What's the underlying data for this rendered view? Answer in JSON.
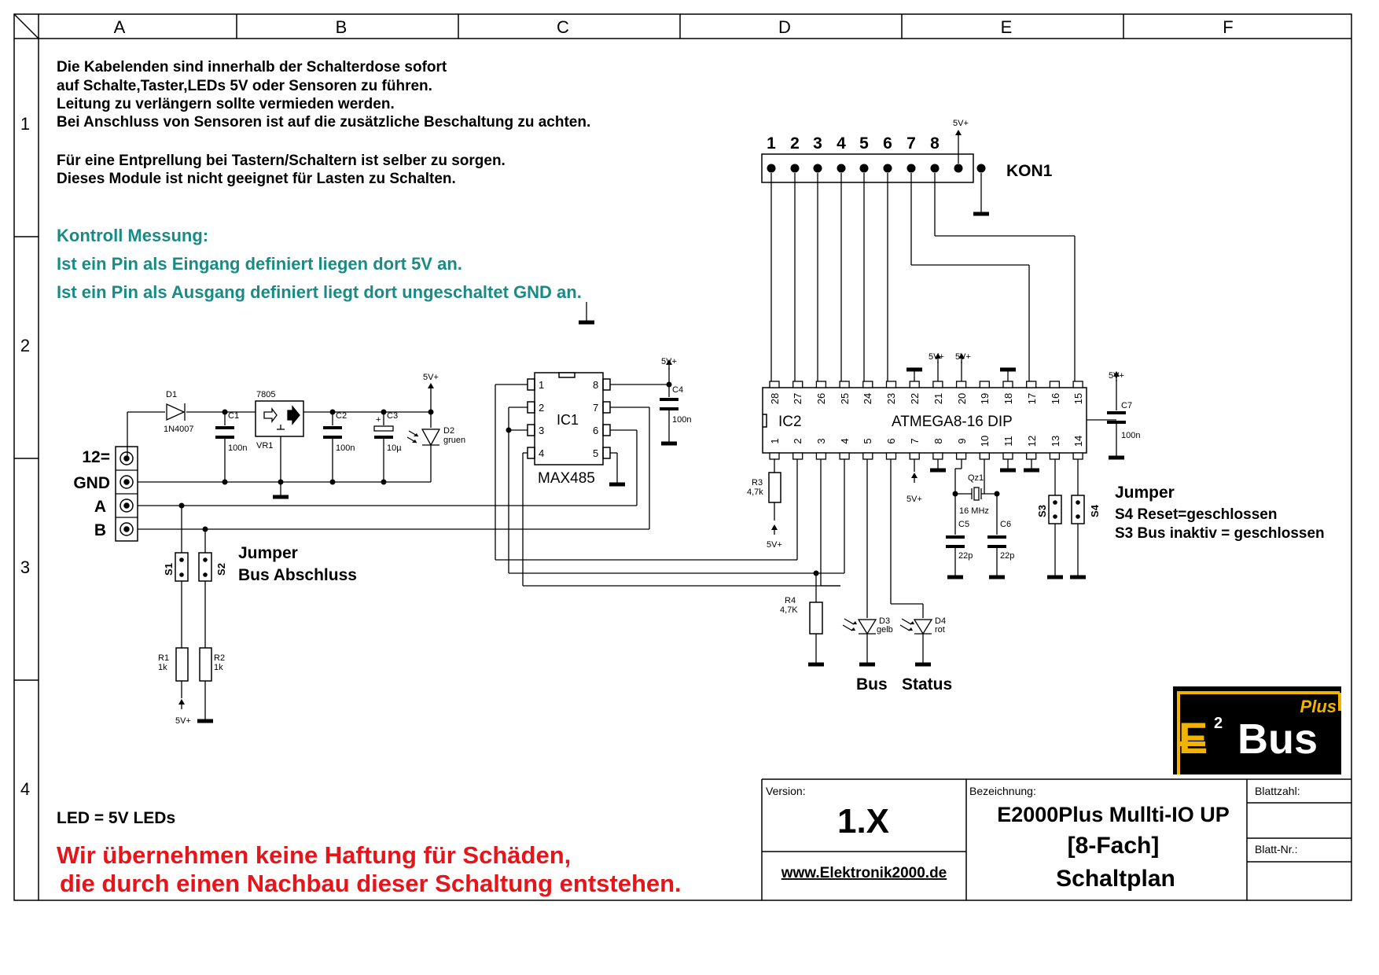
{
  "frame": {
    "cols": [
      "A",
      "B",
      "C",
      "D",
      "E",
      "F"
    ],
    "rows": [
      "1",
      "2",
      "3",
      "4"
    ]
  },
  "notes": {
    "lines": [
      "Die Kabelenden sind innerhalb der Schalterdose sofort",
      "auf Schalte,Taster,LEDs 5V oder Sensoren zu führen.",
      "Leitung zu verlängern sollte vermieden werden.",
      "Bei Anschluss von Sensoren ist auf die zusätzliche Beschaltung zu achten.",
      "Für eine Entprellung bei Tastern/Schaltern ist selber zu sorgen.",
      "Dieses Module ist nicht geeignet für Lasten zu Schalten."
    ],
    "measure_title": "Kontroll Messung:",
    "measure_lines": [
      "Ist ein Pin als Eingang definiert liegen dort 5V an.",
      "Ist ein Pin als Ausgang definiert liegt dort ungeschaltet GND an."
    ],
    "led_note": "LED = 5V LEDs",
    "disclaimer": [
      "Wir übernehmen keine Haftung für Schäden,",
      "die durch einen Nachbau dieser Schaltung entstehen."
    ]
  },
  "colors": {
    "teal": "#1a8a84",
    "red": "#e5151c",
    "logo_gold": "#f0b400",
    "logo_bg": "#000000"
  },
  "power": {
    "vcc": "5V+",
    "terminals": [
      "12=",
      "GND",
      "A",
      "B"
    ],
    "d1": "D1",
    "d1_value": "1N4007",
    "reg": "7805",
    "vr1": "VR1",
    "c1": "C1",
    "c1_value": "100n",
    "c2": "C2",
    "c2_value": "100n",
    "c3": "C3",
    "c3_value": "10µ",
    "c3_plus": "+",
    "d2": "D2",
    "d2_value": "gruen"
  },
  "rs485": {
    "name": "IC1",
    "part": "MAX485",
    "left_pins": [
      "1",
      "2",
      "3",
      "4"
    ],
    "right_pins": [
      "8",
      "7",
      "6",
      "5"
    ],
    "c4": "C4",
    "c4_value": "100n"
  },
  "termination": {
    "s1": "S1",
    "s2": "S2",
    "title": "Jumper",
    "subtitle": "Bus Abschluss",
    "r1": "R1",
    "r1_value": "1k",
    "r2": "R2",
    "r2_value": "1k"
  },
  "connector": {
    "name": "KON1",
    "pins": [
      "1",
      "2",
      "3",
      "4",
      "5",
      "6",
      "7",
      "8"
    ]
  },
  "mcu": {
    "name": "IC2",
    "part": "ATMEGA8-16 DIP",
    "top_pins": [
      "28",
      "27",
      "26",
      "25",
      "24",
      "23",
      "22",
      "21",
      "20",
      "19",
      "18",
      "17",
      "16",
      "15"
    ],
    "bottom_pins": [
      "1",
      "2",
      "3",
      "4",
      "5",
      "6",
      "7",
      "8",
      "9",
      "10",
      "11",
      "12",
      "13",
      "14"
    ],
    "c7": "C7",
    "c7_value": "100n",
    "r3": "R3",
    "r3_value": "4,7k",
    "r4": "R4",
    "r4_value": "4,7K",
    "qz1": "Qz1",
    "qz1_value": "16 MHz",
    "c5": "C5",
    "c5_value": "22p",
    "c6": "C6",
    "c6_value": "22p",
    "d3": "D3",
    "d3_value": "gelb",
    "d4": "D4",
    "d4_value": "rot",
    "bus_label": "Bus",
    "status_label": "Status",
    "s3": "S3",
    "s4": "S4",
    "jumper_title": "Jumper",
    "jumper_lines": [
      "S4 Reset=geschlossen",
      "S3 Bus inaktiv = geschlossen"
    ]
  },
  "logo": {
    "plus": "Plus",
    "e": "E",
    "sup": "2",
    "bus": "Bus"
  },
  "title_block": {
    "version_label": "Version:",
    "version": "1.X",
    "website": "www.Elektronik2000.de",
    "desc_label": "Bezeichnung:",
    "title_lines": [
      "E2000Plus Mullti-IO UP",
      "[8-Fach]",
      "Schaltplan"
    ],
    "count_label": "Blattzahl:",
    "sheet_label": "Blatt-Nr.:"
  }
}
